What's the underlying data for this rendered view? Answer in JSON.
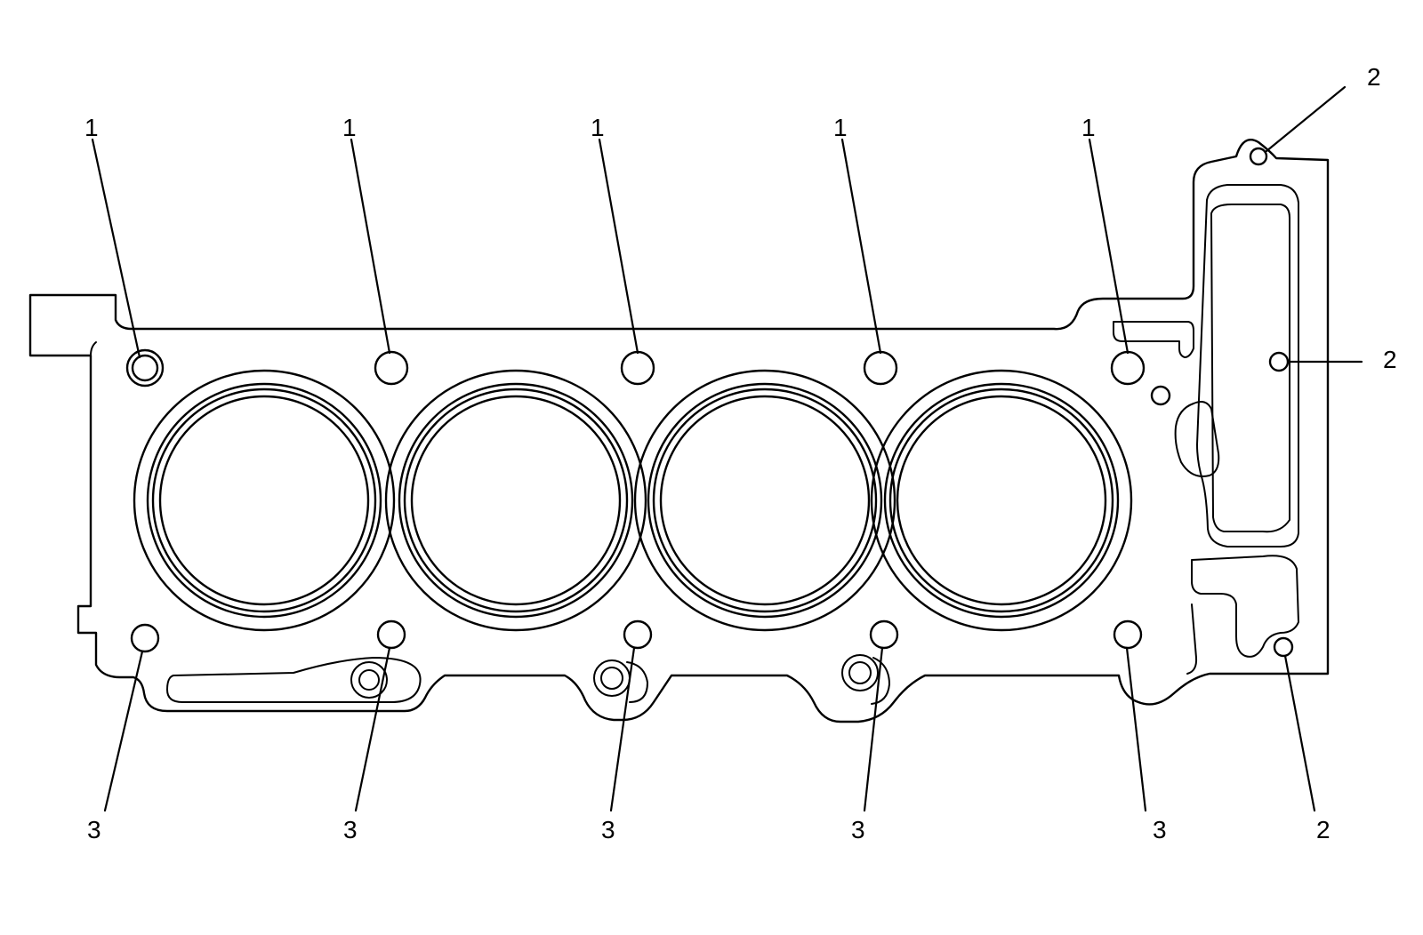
{
  "diagram": {
    "callouts": {
      "top_1": [
        "1",
        "1",
        "1",
        "1",
        "1"
      ],
      "right_2": [
        "2",
        "2",
        "2"
      ],
      "bottom_3": [
        "3",
        "3",
        "3",
        "3",
        "3"
      ]
    }
  }
}
